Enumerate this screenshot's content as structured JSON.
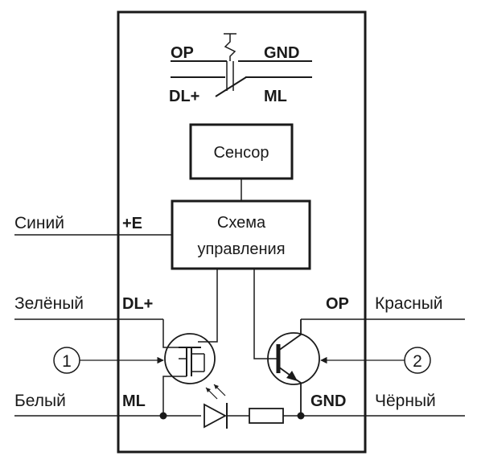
{
  "switch": {
    "op": "OP",
    "gnd": "GND",
    "dl_plus": "DL+",
    "ml": "ML"
  },
  "blocks": {
    "sensor": "Сенсор",
    "control_line1": "Схема",
    "control_line2": "управления"
  },
  "terminals": {
    "plus_e": "+E",
    "dl_plus": "DL+",
    "ml": "ML",
    "op": "OP",
    "gnd": "GND"
  },
  "wires": {
    "blue": "Синий",
    "green": "Зелёный",
    "white": "Белый",
    "red": "Красный",
    "black": "Чёрный"
  },
  "callouts": {
    "one": "1",
    "two": "2"
  }
}
